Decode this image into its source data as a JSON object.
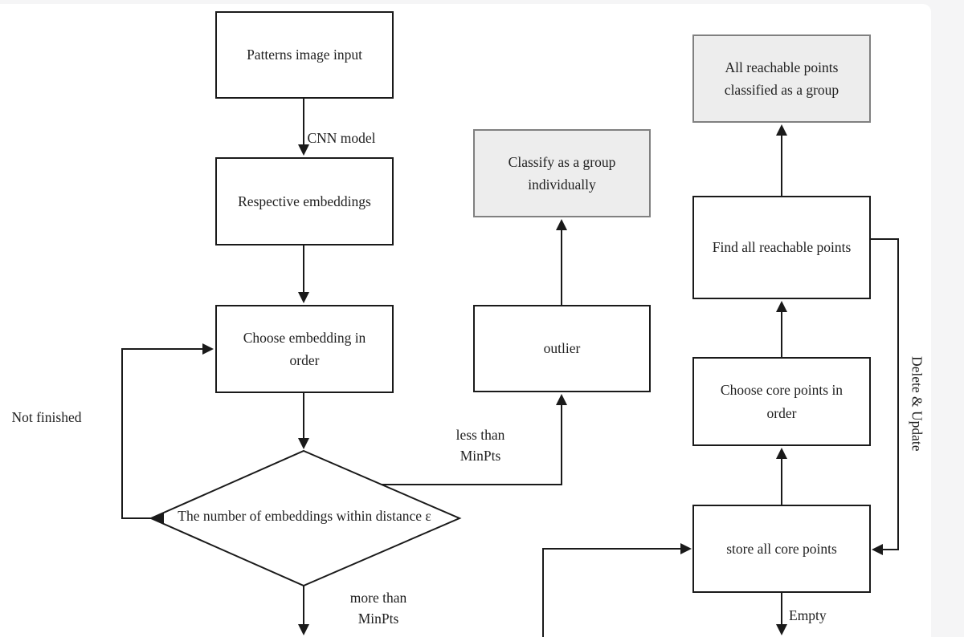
{
  "page": {
    "background_color": "#f5f5f6",
    "card_color": "#ffffff"
  },
  "flowchart": {
    "nodes": {
      "patterns_input": {
        "label": "Patterns image input",
        "shape": "rect"
      },
      "respective_embeddings": {
        "label": "Respective embeddings",
        "shape": "rect"
      },
      "choose_embedding": {
        "label": "Choose embedding in order",
        "shape": "rect"
      },
      "minpts_decision": {
        "label": "The number of embeddings within distance ε",
        "shape": "diamond"
      },
      "outlier": {
        "label": "outlier",
        "shape": "rect"
      },
      "classify_individually": {
        "label": "Classify as a group individually",
        "shape": "rect-shaded"
      },
      "store_core_points": {
        "label": "store all core points",
        "shape": "rect"
      },
      "choose_core_points": {
        "label": "Choose core points in order",
        "shape": "rect"
      },
      "find_reachable_points": {
        "label": "Find all reachable points",
        "shape": "rect"
      },
      "reachable_classified": {
        "label": "All reachable points classified as a group",
        "shape": "rect-shaded"
      }
    },
    "edge_labels": {
      "cnn_model": "CNN model",
      "not_finished": "Not finished",
      "less_than_minpts": "less than\nMinPts",
      "more_than_minpts": "more than\nMinPts",
      "delete_update": "Delete & Update",
      "empty": "Empty"
    },
    "colors": {
      "line": "#1a1a1a",
      "box_border": "#1a1a1a",
      "shaded_fill": "#ededed",
      "shaded_border": "#808080"
    }
  }
}
